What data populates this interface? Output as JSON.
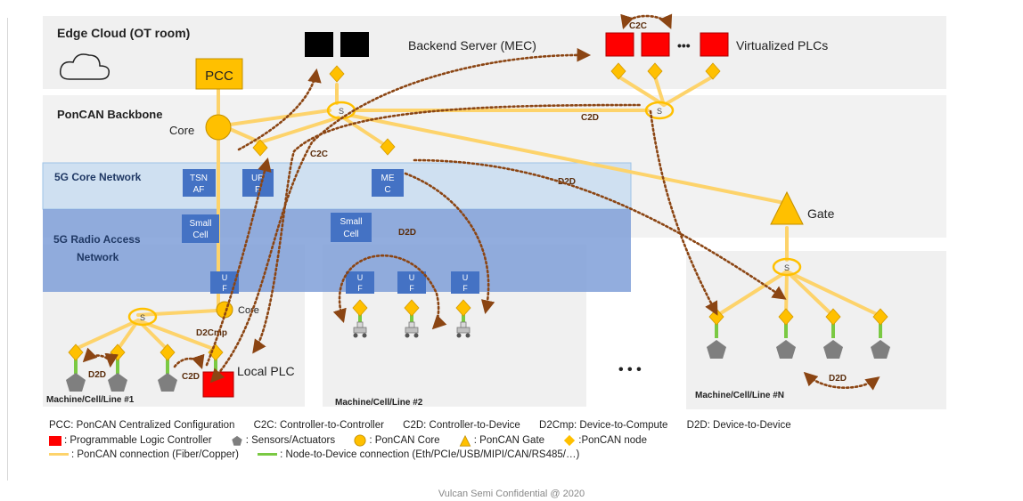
{
  "zones": {
    "edge_cloud": "Edge Cloud (OT room)",
    "backend_server": "Backend Server (MEC)",
    "virtualized_plcs": "Virtualized PLCs",
    "ponCAN_backbone": "PonCAN Backbone",
    "core_network": "5G Core Network",
    "radio_access_line1": "5G Radio Access",
    "radio_access_line2": "Network"
  },
  "nodes": {
    "pcc": "PCC",
    "core_top": "Core",
    "core_line1": "Core",
    "tsn_af_1": "TSN",
    "tsn_af_2": "AF",
    "upf_1": "UP",
    "upf_2": "F",
    "mec_1": "ME",
    "mec_2": "C",
    "small_cell_1a": "Small",
    "small_cell_1b": "Cell",
    "small_cell_2a": "Small",
    "small_cell_2b": "Cell",
    "uf_top": "U",
    "uf_bottom": "F",
    "gate": "Gate",
    "local_plc": "Local PLC",
    "switch": "S",
    "ellipsis": "• • •",
    "plc_ellipsis": "•••"
  },
  "arrows": {
    "c2c_top": "C2C",
    "c2c_mid": "C2C",
    "c2d": "C2D",
    "c2d_line1": "C2D",
    "d2d_right": "D2D",
    "d2d_line2": "D2D",
    "d2d_line1": "D2D",
    "d2d_lineN": "D2D",
    "d2cmp": "D2Cmp"
  },
  "machines": {
    "line1": "Machine/Cell/Line #1",
    "line2": "Machine/Cell/Line #2",
    "lineN": "Machine/Cell/Line #N"
  },
  "legend": {
    "row1": [
      "PCC: PonCAN Centralized Configuration",
      "C2C: Controller-to-Controller",
      "C2D: Controller-to-Device",
      "D2Cmp: Device-to-Compute",
      "D2D: Device-to-Device"
    ],
    "row2": [
      ": Programmable Logic Controller",
      ": Sensors/Actuators",
      ": PonCAN Core",
      ": PonCAN Gate",
      ":PonCAN node"
    ],
    "row3": [
      ": PonCAN connection (Fiber/Copper)",
      ": Node-to-Device connection (Eth/PCIe/USB/MIPI/CAN/RS485/…)"
    ]
  },
  "footer": "Vulcan Semi Confidential @ 2020",
  "colors": {
    "zone_gray": "#f0f0f0",
    "core_band": "#cfe0f1",
    "radio_band": "#7f9fd8",
    "box_blue": "#4472c4",
    "ponCAN_line": "#fdd36b",
    "device_line": "#7ac943",
    "node_gold": "#ffc000",
    "plc_red": "#ff0000",
    "sensor_gray": "#7f7f7f",
    "arrow_brown": "#8b4513"
  }
}
